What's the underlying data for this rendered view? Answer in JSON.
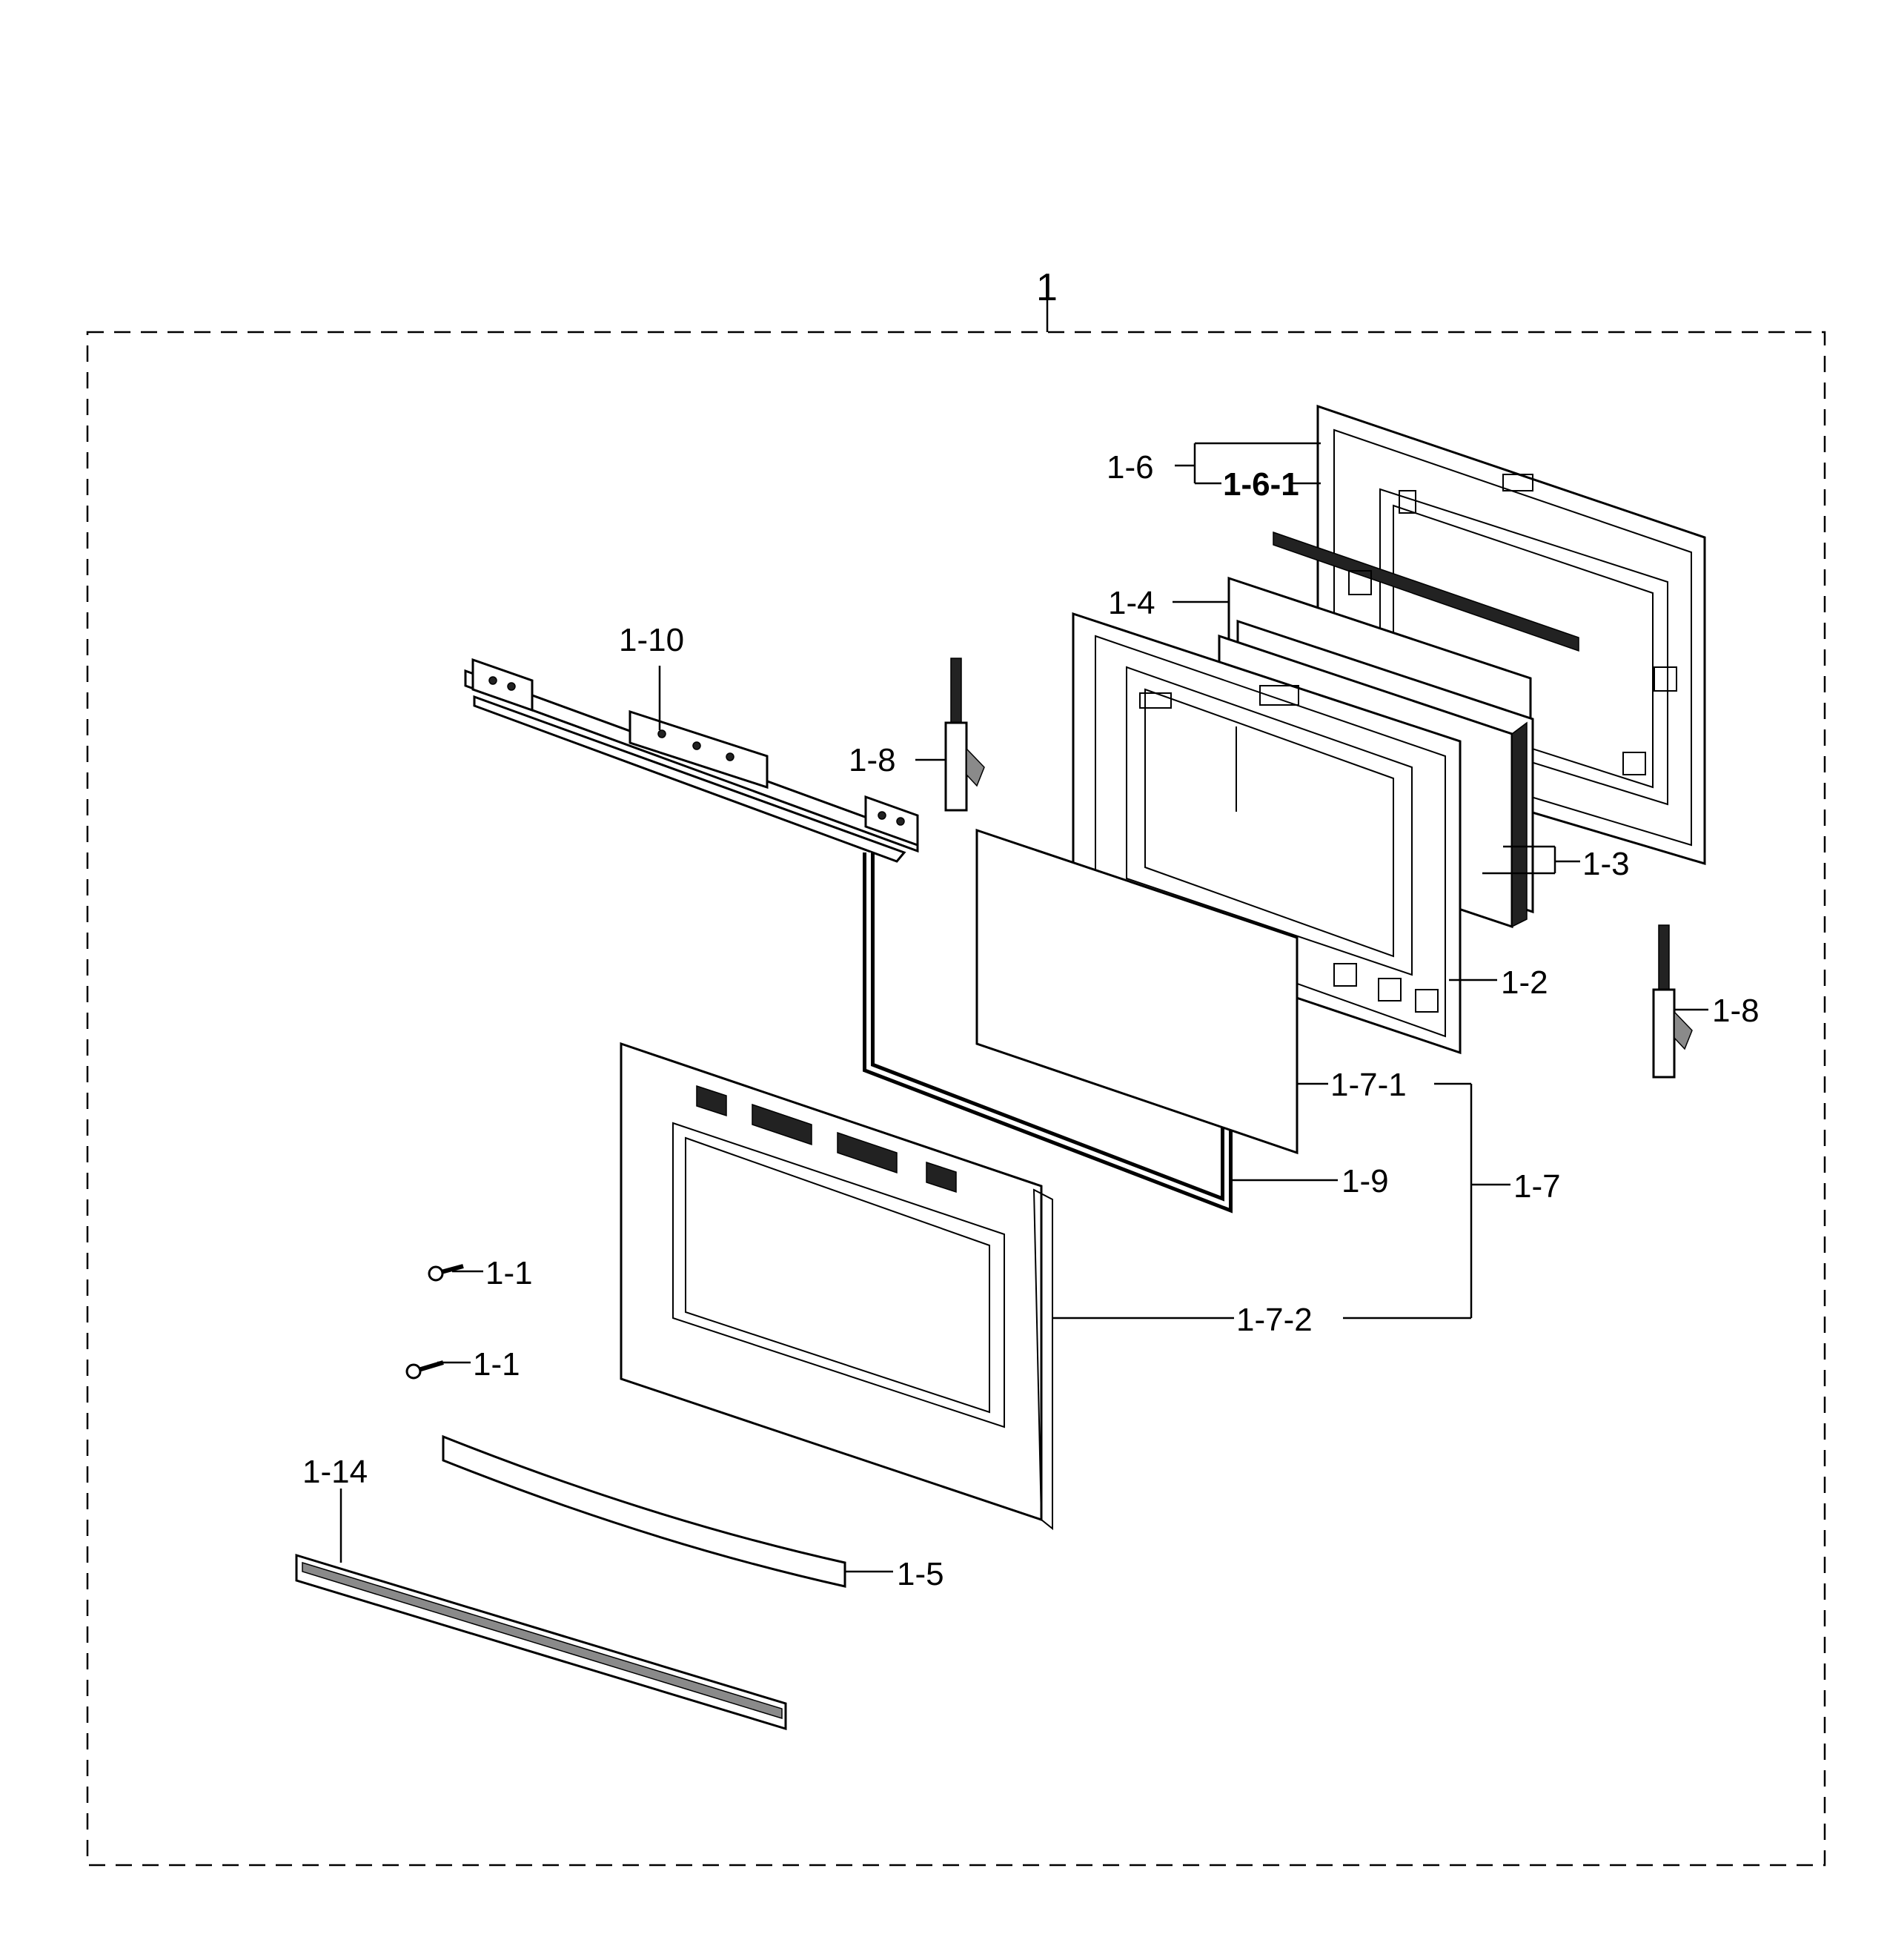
{
  "assembly_label": "1",
  "parts": {
    "p1_6": "1-6",
    "p1_6_1": "1-6-1",
    "p1_4": "1-4",
    "p1_10": "1-10",
    "p1_8_left": "1-8",
    "p1_3": "1-3",
    "p1_2": "1-2",
    "p1_8_right": "1-8",
    "p1_7_1": "1-7-1",
    "p1_9": "1-9",
    "p1_7": "1-7",
    "p1_1_upper": "1-1",
    "p1_1_lower": "1-1",
    "p1_7_2": "1-7-2",
    "p1_14": "1-14",
    "p1_5": "1-5"
  }
}
